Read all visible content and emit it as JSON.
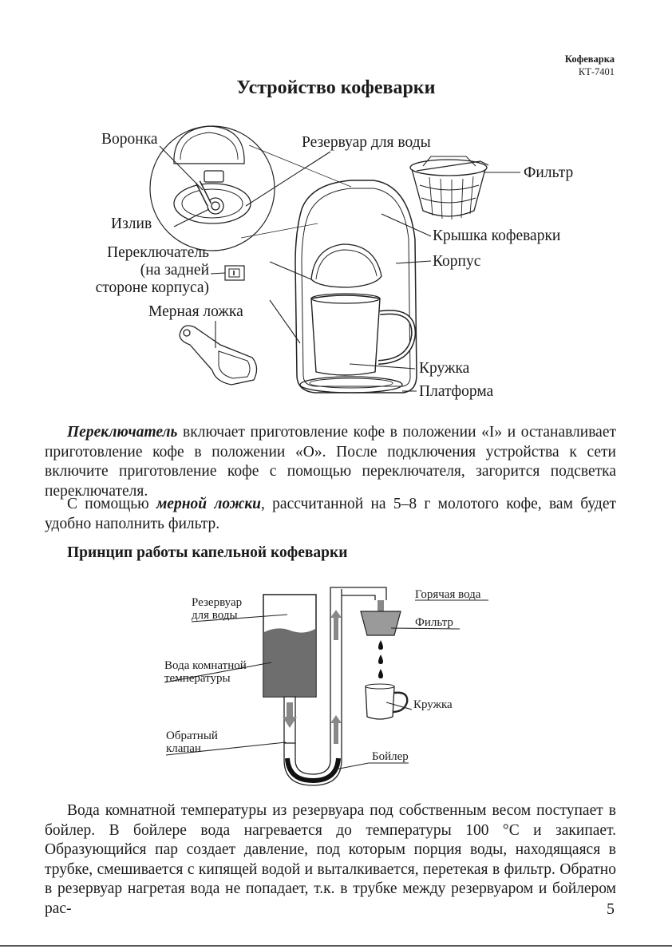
{
  "header": {
    "product": "Кофеварка",
    "model": "КТ-7401"
  },
  "title": "Устройство кофеварки",
  "device_labels": {
    "funnel": "Воронка",
    "spout": "Излив",
    "switch_l1": "Переключатель",
    "switch_l2": "(на задней",
    "switch_l3": "стороне корпуса)",
    "scoop": "Мерная ложка",
    "reservoir": "Резервуар для воды",
    "filter": "Фильтр",
    "lid": "Крышка кофеварки",
    "body": "Корпус",
    "mug": "Кружка",
    "platform": "Платформа"
  },
  "para1": {
    "term": "Переключатель",
    "text": " включает приготовление кофе в положении «I» и останавливает приготовление кофе в положении «O». После подключения устройства к сети включите приготовление кофе с помощью переключателя, загорится подсветка переключателя."
  },
  "para2": {
    "before": "С помощью ",
    "term": "мерной ложки",
    "after": ", рассчитанной на 5–8 г молотого кофе, вам будет удобно наполнить фильтр."
  },
  "subheading": "Принцип работы капельной кофеварки",
  "diagram_labels": {
    "reservoir_l1": "Резервуар",
    "reservoir_l2": "для воды",
    "water_l1": "Вода комнатной",
    "water_l2": "температуры",
    "valve_l1": "Обратный",
    "valve_l2": "клапан",
    "hot_water": "Горячая вода",
    "filter": "Фильтр",
    "mug": "Кружка",
    "boiler": "Бойлер"
  },
  "para3": "Вода комнатной температуры из резервуара под собственным весом поступает в бойлер. В бойлере вода нагревается до температуры 100 °С и закипает. Образующийся пар создает давление, под которым порция воды, находящаяся в трубке, смешивается с кипящей водой и выталкивается, перетекая в фильтр. Обратно в резервуар нагретая вода не попадает, т.к. в трубке между резервуаром и бойлером рас-",
  "page_number": "5"
}
